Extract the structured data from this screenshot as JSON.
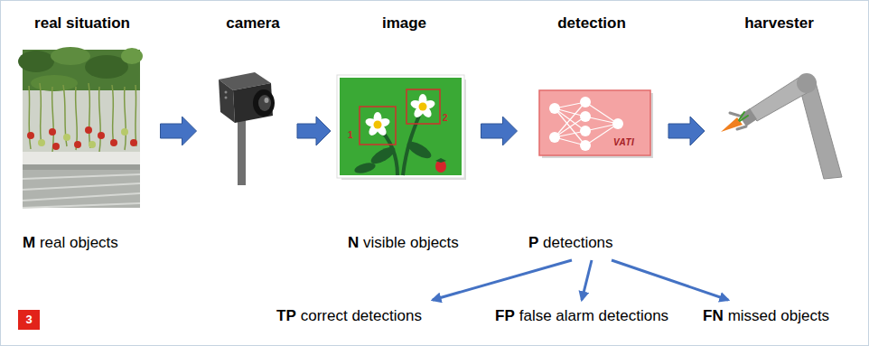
{
  "diagram": {
    "nodes": [
      {
        "text": [
          "real situation",
          "M real objects"
        ]
      },
      {
        "text": [
          "camera"
        ]
      },
      {
        "text": [
          "image",
          "N visible objects"
        ]
      },
      {
        "text": [
          "detection",
          "P detections"
        ]
      },
      {
        "text": [
          "harvester"
        ]
      },
      {
        "text": [
          "TP",
          "correct detections"
        ]
      },
      {
        "text": [
          "FP",
          "false alarm detections"
        ]
      },
      {
        "text": [
          "FN",
          "missed objects"
        ]
      }
    ],
    "edges": [
      {
        "from": 0,
        "to": 1,
        "arrow": "to"
      },
      {
        "from": 1,
        "to": 2,
        "arrow": "to"
      },
      {
        "from": 2,
        "to": 3,
        "arrow": "to"
      },
      {
        "from": 3,
        "to": 4,
        "arrow": "to"
      },
      {
        "from": 3,
        "to": 5,
        "arrow": "to"
      },
      {
        "from": 3,
        "to": 6,
        "arrow": "to"
      },
      {
        "from": 3,
        "to": 7,
        "arrow": "to"
      }
    ],
    "labels": [
      "1",
      "2",
      "VATI",
      "3"
    ]
  }
}
